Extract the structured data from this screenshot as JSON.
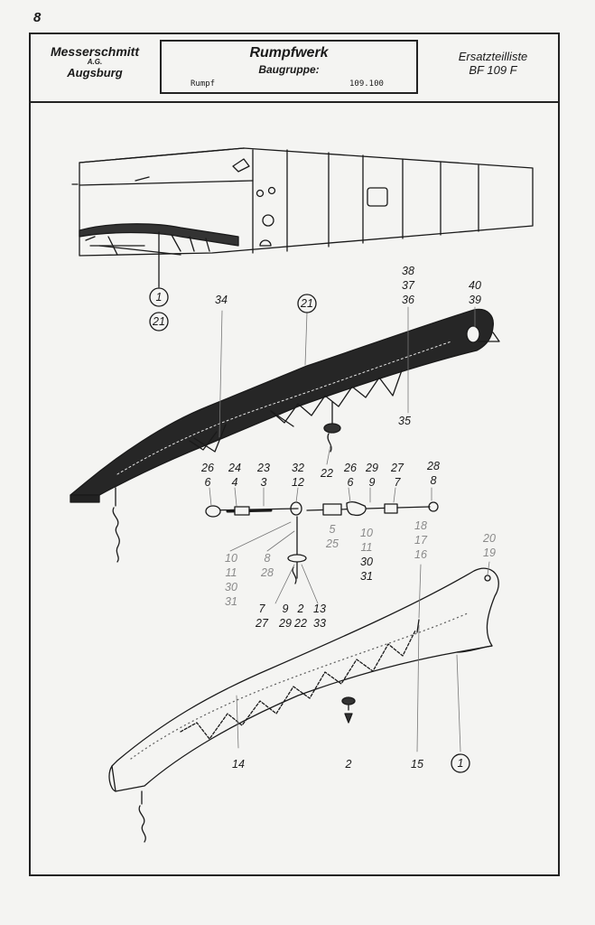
{
  "page_number": "8",
  "header": {
    "manufacturer": "Messerschmitt",
    "manufacturer_suffix": "A.G.",
    "city": "Augsburg",
    "title": "Rumpfwerk",
    "group_label": "Baugruppe:",
    "part_name": "Rumpf",
    "part_number": "109.100",
    "catalog_title": "Ersatzteilliste",
    "aircraft": "BF 109 F"
  },
  "callouts": {
    "c1_top": "1",
    "c21_top": "21",
    "c34": "34",
    "c21_mid": "21",
    "c38": "38",
    "c37": "37",
    "c36": "36",
    "c40": "40",
    "c39": "39",
    "c35": "35",
    "c22_a": "22",
    "c26a": "26",
    "c6a": "6",
    "c24": "24",
    "c4": "4",
    "c23": "23",
    "c3": "3",
    "c32": "32",
    "c12": "12",
    "c26b": "26",
    "c6b": "6",
    "c29": "29",
    "c9": "9",
    "c27": "27",
    "c7": "7",
    "c28": "28",
    "c8": "8",
    "c10": "10",
    "c11": "11",
    "c30": "30",
    "c31": "31",
    "c8b": "8",
    "c28b": "28",
    "c5": "5",
    "c25": "25",
    "c10b": "10",
    "c11b": "11",
    "c30b": "30",
    "c31b": "31",
    "c18": "18",
    "c17": "17",
    "c16": "16",
    "c20": "20",
    "c19": "19",
    "c7b": "7",
    "c27b": "27",
    "c9b": "9",
    "c2b": "2",
    "c13": "13",
    "c29b": "29",
    "c22b": "22",
    "c33": "33",
    "c14": "14",
    "c2": "2",
    "c15": "15",
    "c1_bottom": "1"
  }
}
